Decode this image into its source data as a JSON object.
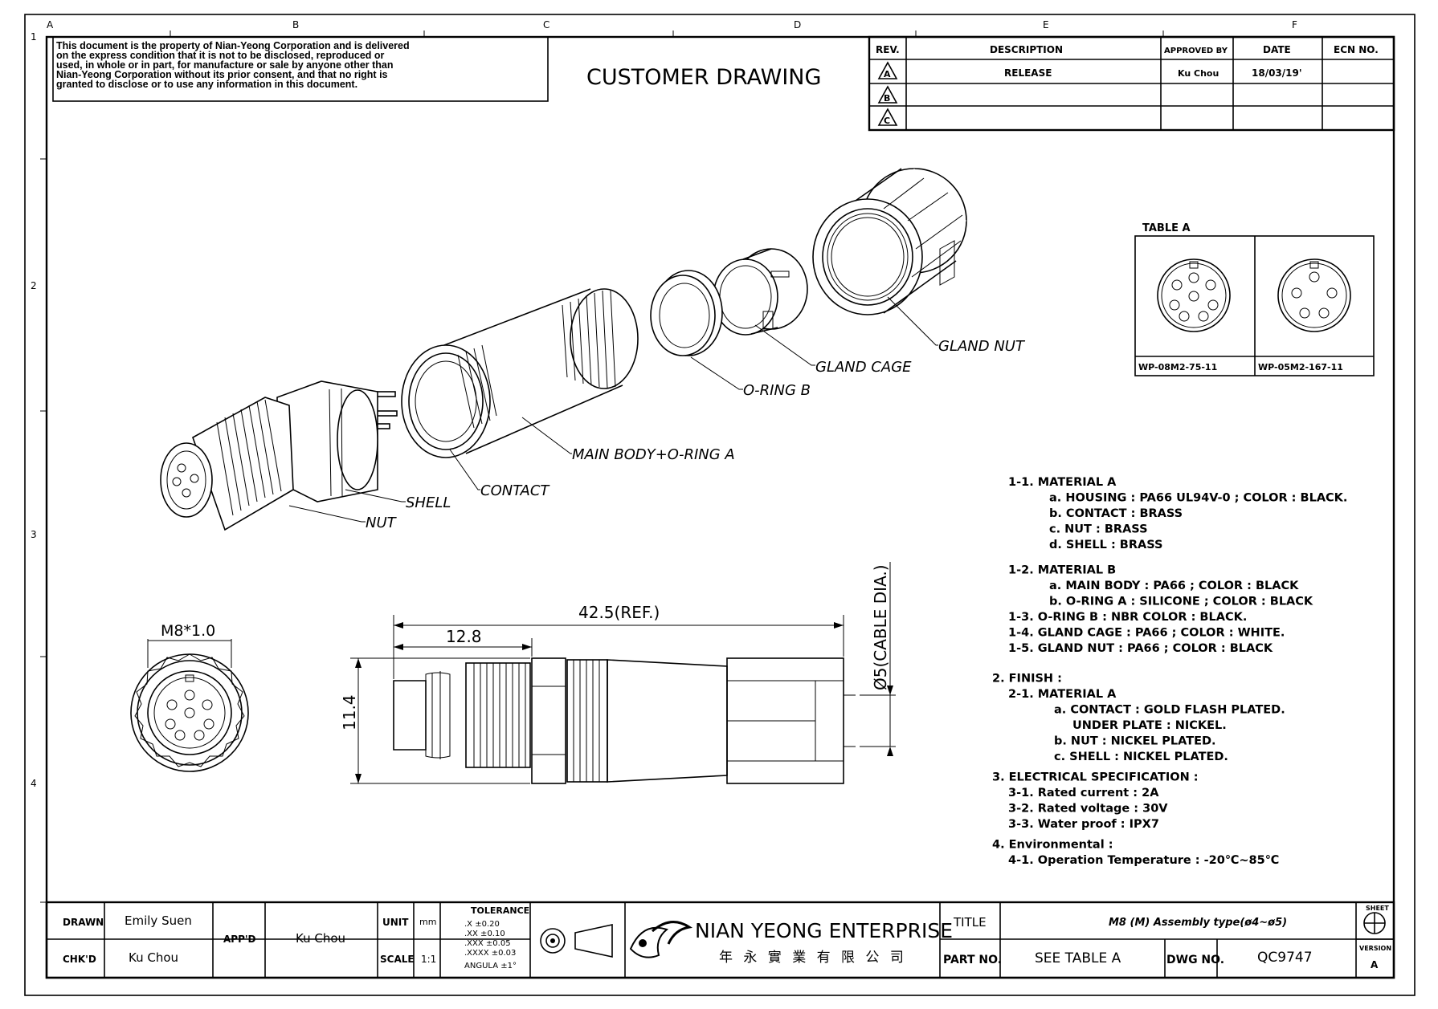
{
  "zones_top": [
    "A",
    "B",
    "C",
    "D",
    "E",
    "F"
  ],
  "zones_side": [
    "1",
    "2",
    "3",
    "4"
  ],
  "disclaimer": [
    "This document is the property of Nian-Yeong Corporation and is delivered",
    "on   the   express condition that it is not to be disclosed, reproduced or",
    "used, in whole or in part, for manufacture or sale by anyone other than",
    "Nian-Yeong Corporation without  its prior consent, and that  no right  is",
    "granted  to disclose or to use any information in this  document."
  ],
  "drawing_title": "CUSTOMER  DRAWING",
  "revision": {
    "headers": [
      "REV.",
      "DESCRIPTION",
      "APPROVED BY",
      "DATE",
      "ECN NO."
    ],
    "rows": [
      {
        "rev": "A",
        "description": "RELEASE",
        "approved": "Ku Chou",
        "date": "18/03/19'",
        "ecn": ""
      },
      {
        "rev": "B",
        "description": "",
        "approved": "",
        "date": "",
        "ecn": ""
      },
      {
        "rev": "C",
        "description": "",
        "approved": "",
        "date": "",
        "ecn": ""
      }
    ]
  },
  "table_a": {
    "title": "TABLE A",
    "parts": [
      "WP-08M2-75-11",
      "WP-05M2-167-11"
    ]
  },
  "callouts": {
    "gland_nut": "GLAND NUT",
    "gland_cage": "GLAND CAGE",
    "oring_b": "O-RING B",
    "main_body": "MAIN BODY+O-RING A",
    "contact": "CONTACT",
    "shell": "SHELL",
    "nut": "NUT"
  },
  "dimensions": {
    "thread": "M8*1.0",
    "overall": "42.5(REF.)",
    "front": "12.8",
    "height": "11.4",
    "cable": "Ø5(CABLE DIA.)"
  },
  "specs": [
    {
      "indent": 0,
      "text": "1-1. MATERIAL  A"
    },
    {
      "indent": 1,
      "text": "a. HOUSING : PA66  UL94V-0 ; COLOR : BLACK."
    },
    {
      "indent": 1,
      "text": "b. CONTACT : BRASS"
    },
    {
      "indent": 1,
      "text": "c. NUT : BRASS"
    },
    {
      "indent": 1,
      "text": "d. SHELL : BRASS"
    },
    {
      "indent": 0,
      "text": "1-2. MATERIAL  B"
    },
    {
      "indent": 1,
      "text": "a. MAIN  BODY : PA66 ; COLOR : BLACK"
    },
    {
      "indent": 1,
      "text": "b. O-RING  A : SILICONE ; COLOR : BLACK"
    },
    {
      "indent": 0,
      "text": "1-3. O-RING  B : NBR COLOR : BLACK."
    },
    {
      "indent": 0,
      "text": "1-4. GLAND  CAGE : PA66 ; COLOR : WHITE."
    },
    {
      "indent": 0,
      "text": "1-5. GLAND  NUT : PA66 ; COLOR : BLACK"
    },
    {
      "indent": -1,
      "text": "2. FINISH :"
    },
    {
      "indent": 0,
      "text": "2-1. MATERIAL  A"
    },
    {
      "indent": 2,
      "text": "a. CONTACT : GOLD FLASH PLATED."
    },
    {
      "indent": 3,
      "text": "UNDER PLATE : NICKEL."
    },
    {
      "indent": 2,
      "text": "b. NUT : NICKEL PLATED."
    },
    {
      "indent": 2,
      "text": "c. SHELL : NICKEL PLATED."
    },
    {
      "indent": -1,
      "text": "3. ELECTRICAL  SPECIFICATION :"
    },
    {
      "indent": 0,
      "text": "3-1. Rated  current : 2A"
    },
    {
      "indent": 0,
      "text": "3-2. Rated  voltage : 30V"
    },
    {
      "indent": 0,
      "text": "3-3. Water proof : IPX7"
    },
    {
      "indent": -1,
      "text": "4. Environmental :"
    },
    {
      "indent": 0,
      "text": "4-1. Operation  Temperature : -20℃~85℃"
    }
  ],
  "title_block": {
    "drawn_label": "DRAWN",
    "drawn": "Emily Suen",
    "chkd_label": "CHK'D",
    "chkd": "Ku Chou",
    "appd_label": "APP'D",
    "appd": "Ku Chou",
    "unit_label": "UNIT",
    "unit": "mm",
    "scale_label": "SCALE",
    "scale": "1:1",
    "tolerance_title": "TOLERANCE",
    "tolerances": [
      ".X     ±0.20",
      ".XX    ±0.10",
      ".XXX   ±0.05",
      ".XXXX  ±0.03",
      "ANGULA  ±1°"
    ],
    "company": "NIAN YEONG ENTERPRISE",
    "company_cn": "年 永 實 業 有 限 公 司",
    "title_label": "TITLE",
    "title": "M8 (M) Assembly type(ø4~ø5)",
    "partno_label": "PART NO.",
    "partno": "SEE  TABLE  A",
    "dwgno_label": "DWG NO.",
    "dwgno": "QC9747",
    "sheet_label": "SHEET",
    "version_label": "VERSION",
    "version": "A"
  }
}
